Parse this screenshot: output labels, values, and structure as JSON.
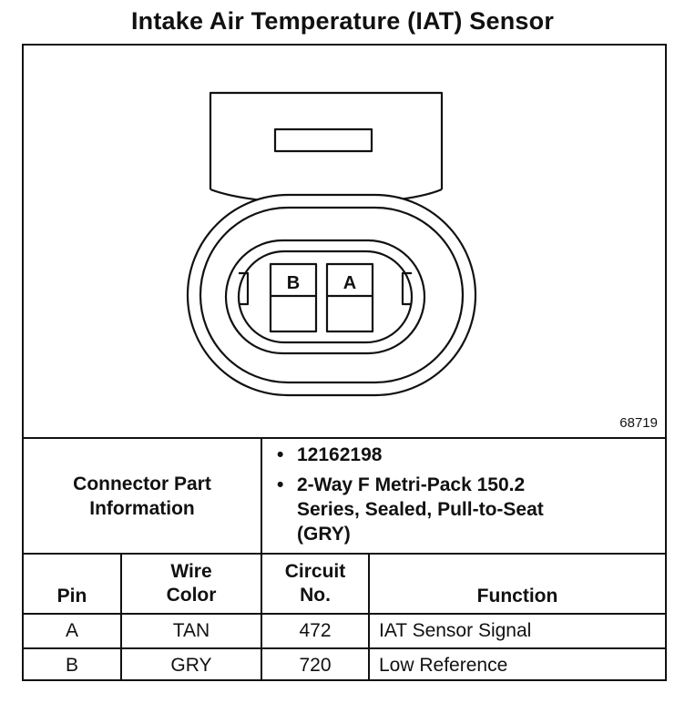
{
  "title": "Intake Air Temperature (IAT) Sensor",
  "figure_number": "68719",
  "connector": {
    "pins": [
      "B",
      "A"
    ]
  },
  "connector_info": {
    "label": "Connector Part Information",
    "items": [
      "12162198",
      "2-Way F Metri-Pack 150.2 Series, Sealed, Pull-to-Seat (GRY)"
    ]
  },
  "table": {
    "headers": {
      "pin": "Pin",
      "wire_color": "Wire Color",
      "circuit_no": "Circuit No.",
      "function": "Function"
    },
    "rows": [
      {
        "pin": "A",
        "wire_color": "TAN",
        "circuit_no": "472",
        "function": "IAT Sensor Signal"
      },
      {
        "pin": "B",
        "wire_color": "GRY",
        "circuit_no": "720",
        "function": "Low Reference"
      }
    ]
  }
}
